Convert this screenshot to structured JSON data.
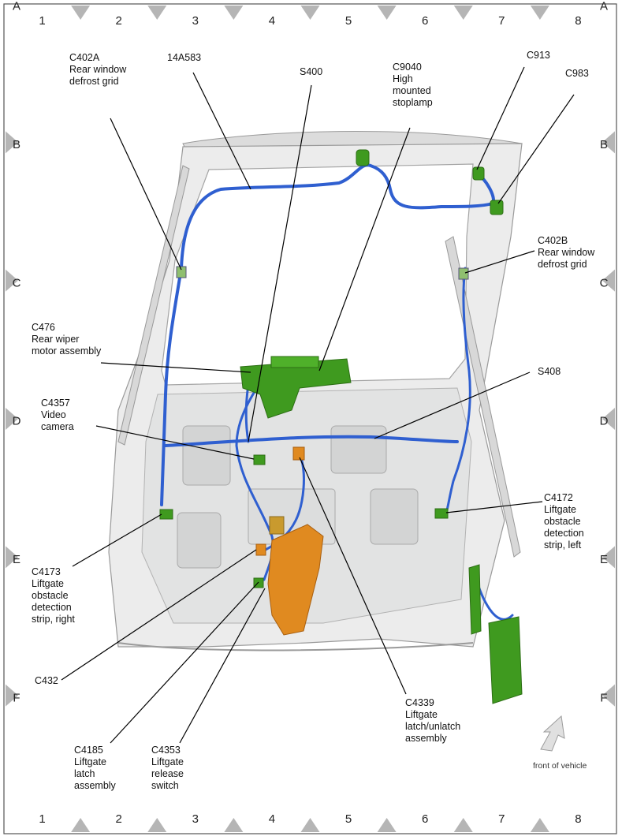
{
  "grid": {
    "columns": [
      "1",
      "2",
      "3",
      "4",
      "5",
      "6",
      "7",
      "8"
    ],
    "rows": [
      "A",
      "B",
      "C",
      "D",
      "E",
      "F"
    ]
  },
  "colors": {
    "harness": "#2f5fd0",
    "connector": "#3f9a1f",
    "latch": "#e08a20",
    "panel": "#e9eaea",
    "panel_outline": "#9a9a9a"
  },
  "callouts": [
    {
      "id": "c402a",
      "text": "C402A\nRear window\ndefrost grid"
    },
    {
      "id": "14a583",
      "text": "14A583"
    },
    {
      "id": "s400",
      "text": "S400"
    },
    {
      "id": "c9040",
      "text": "C9040\nHigh\nmounted\nstoplamp"
    },
    {
      "id": "c913",
      "text": "C913"
    },
    {
      "id": "c983",
      "text": "C983"
    },
    {
      "id": "c402b",
      "text": "C402B\nRear window\ndefrost grid"
    },
    {
      "id": "c476",
      "text": "C476\nRear wiper\nmotor assembly"
    },
    {
      "id": "s408",
      "text": "S408"
    },
    {
      "id": "c4357",
      "text": "C4357\nVideo\ncamera"
    },
    {
      "id": "c4172",
      "text": "C4172\nLiftgate\nobstacle\ndetection\nstrip, left"
    },
    {
      "id": "c4173",
      "text": "C4173\nLiftgate\nobstacle\ndetection\nstrip, right"
    },
    {
      "id": "c432",
      "text": "C432"
    },
    {
      "id": "c4339",
      "text": "C4339\nLiftgate\nlatch/unlatch\nassembly"
    },
    {
      "id": "c4185",
      "text": "C4185\nLiftgate\nlatch\nassembly"
    },
    {
      "id": "c4353",
      "text": "C4353\nLiftgate\nrelease\nswitch"
    }
  ],
  "orientation_label": "front of vehicle"
}
